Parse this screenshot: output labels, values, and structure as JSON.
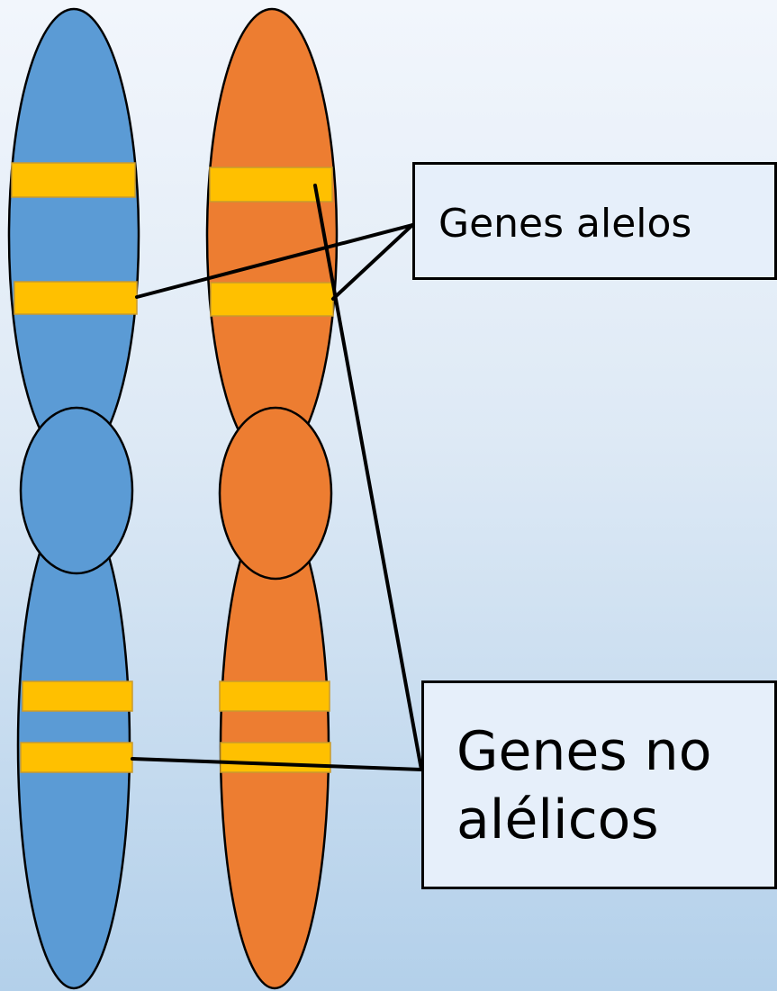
{
  "colors": {
    "chromosome_left": "#5b9bd5",
    "chromosome_right": "#ed7d31",
    "gene_band": "#ffc000",
    "outline": "#000000"
  },
  "labels": {
    "alleles": "Genes alelos",
    "non_allelic_line1": "Genes no",
    "non_allelic_line2": "alélicos"
  }
}
